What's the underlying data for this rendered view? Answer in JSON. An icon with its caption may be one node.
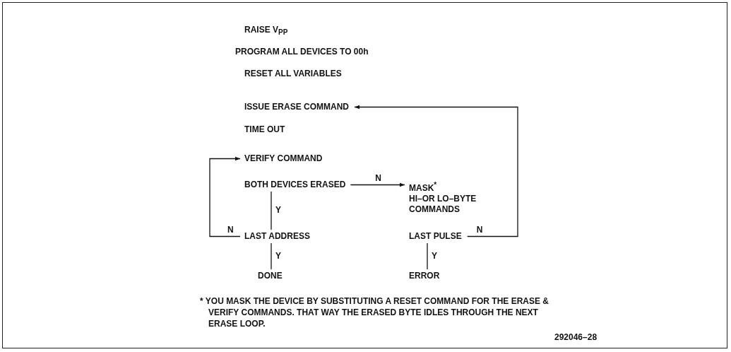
{
  "diagram": {
    "nodes": [
      {
        "text": [
          "RAISE V$_{PP}$"
        ]
      },
      {
        "text": [
          "PROGRAM ALL DEVICES TO 00h"
        ]
      },
      {
        "text": [
          "RESET ALL VARIABLES"
        ]
      },
      {
        "text": [
          "ISSUE ERASE COMMAND"
        ]
      },
      {
        "text": [
          "TIME OUT"
        ]
      },
      {
        "text": [
          "VERIFY COMMAND"
        ]
      },
      {
        "text": [
          "BOTH DEVICES ERASED"
        ]
      },
      {
        "text": [
          "MASK$^{*}$",
          "HI–OR LO–BYTE COMMANDS"
        ]
      },
      {
        "text": [
          "LAST ADDRESS"
        ]
      },
      {
        "text": [
          "LAST PULSE"
        ]
      },
      {
        "text": [
          "DONE"
        ]
      },
      {
        "text": [
          "ERROR"
        ]
      }
    ],
    "edges": [
      {
        "from": 6,
        "to": 7,
        "arrow": "to",
        "label": "N"
      },
      {
        "from": 6,
        "to": 8,
        "arrow": "none",
        "label": "Y"
      },
      {
        "from": 8,
        "to": 5,
        "arrow": "to",
        "label": "N"
      },
      {
        "from": 8,
        "to": 10,
        "arrow": "none",
        "label": "Y"
      },
      {
        "from": 9,
        "to": 3,
        "arrow": "to",
        "label": "N"
      },
      {
        "from": 9,
        "to": 11,
        "arrow": "none",
        "label": "Y"
      }
    ],
    "labels": [
      "* YOU MASK THE DEVICE BY SUBSTITUTING A RESET COMMAND FOR THE ERASE & VERIFY COMMANDS. THAT WAY THE ERASED BYTE IDLES THROUGH THE NEXT ERASE LOOP.",
      "292046–28"
    ]
  }
}
